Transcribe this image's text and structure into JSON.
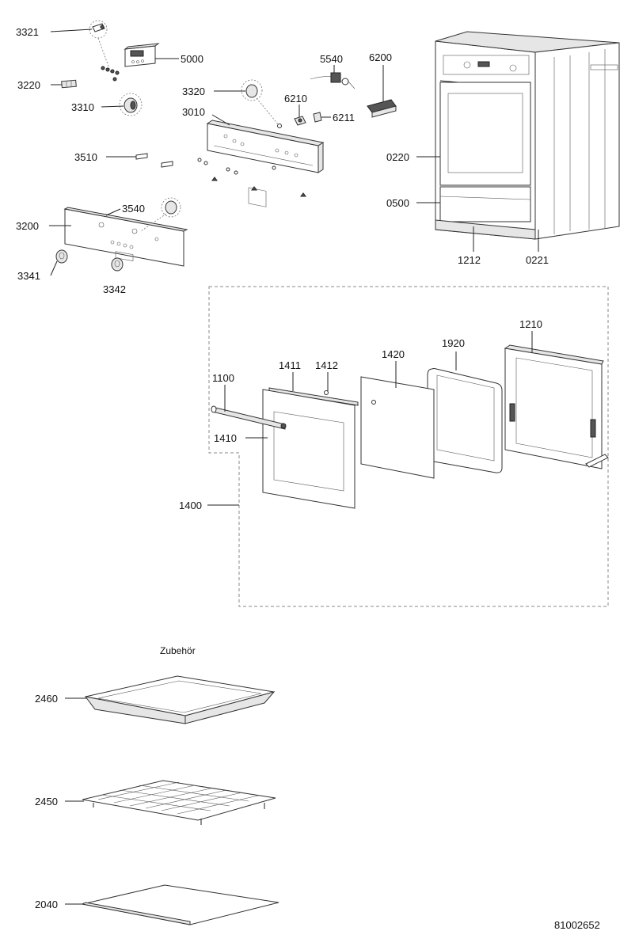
{
  "labels": {
    "p3321": "3321",
    "p5000": "5000",
    "p3220": "3220",
    "p3310": "3310",
    "p3320": "3320",
    "p3010": "3010",
    "p6210": "6210",
    "p6211": "6211",
    "p5540": "5540",
    "p6200": "6200",
    "p3510": "3510",
    "p3540": "3540",
    "p3200": "3200",
    "p3341": "3341",
    "p3342": "3342",
    "p0220": "0220",
    "p0500": "0500",
    "p1212": "1212",
    "p0221": "0221",
    "p1210": "1210",
    "p1920": "1920",
    "p1420": "1420",
    "p1411": "1411",
    "p1412": "1412",
    "p1100": "1100",
    "p1410": "1410",
    "p1400": "1400",
    "p2460": "2460",
    "p2450": "2450",
    "p2040": "2040"
  },
  "section_title": "Zubehör",
  "document_number": "81002652"
}
